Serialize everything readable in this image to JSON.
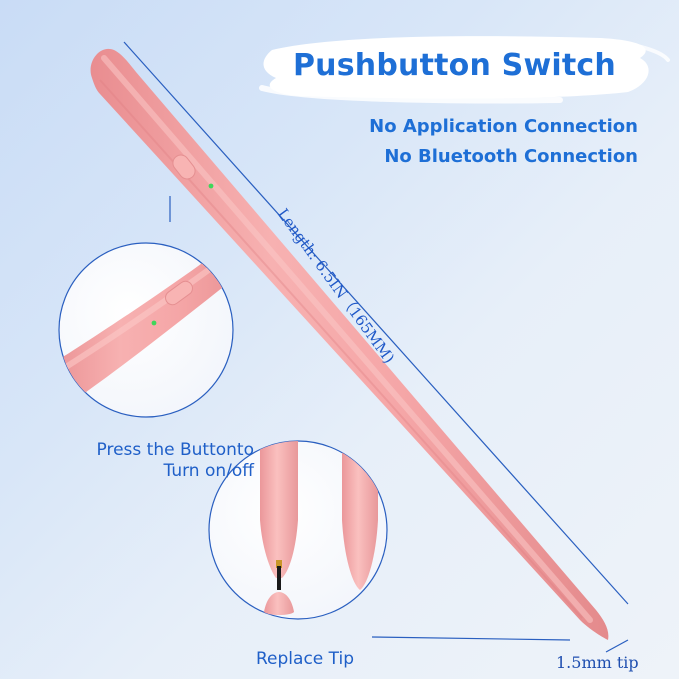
{
  "title": "Pushbutton Switch",
  "features": [
    "No Application Connection",
    "No Bluetooth Connection"
  ],
  "length_label": "Length: 6.5IN（165MM)",
  "press_label_line1": "Press the Buttonto",
  "press_label_line2": "Turn on/off",
  "replace_label": "Replace Tip",
  "tip_label": "1.5mm tip",
  "colors": {
    "accent_text": "#1e6fd6",
    "pencil_pink": "#f4a3a4",
    "line_blue": "#2a5fc0",
    "led_green": "#3ed65a"
  }
}
